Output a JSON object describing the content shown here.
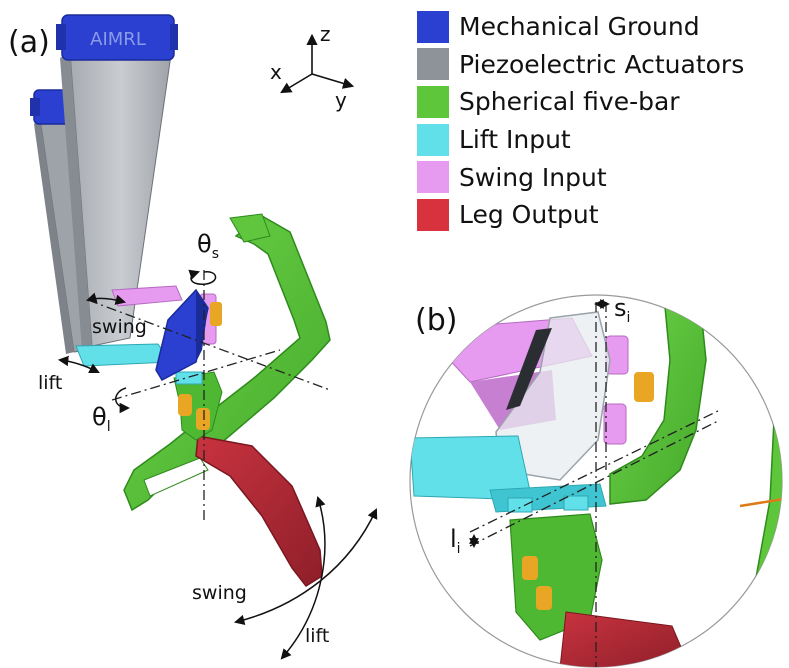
{
  "panels": {
    "a_label": "(a)",
    "b_label": "(b)"
  },
  "logo_text": "AIMRL",
  "legend": [
    {
      "label": "Mechanical Ground",
      "color": "#2b3fd1"
    },
    {
      "label": "Piezoelectric Actuators",
      "color": "#8e9399"
    },
    {
      "label": "Spherical five-bar",
      "color": "#5ec63a"
    },
    {
      "label": "Lift Input",
      "color": "#62e0ea"
    },
    {
      "label": "Swing Input",
      "color": "#e79bf0"
    },
    {
      "label": "Leg Output",
      "color": "#d9323f"
    }
  ],
  "axes": {
    "x": "x",
    "y": "y",
    "z": "z"
  },
  "annotations": {
    "theta": "θ",
    "theta_s_sub": "s",
    "theta_l_sub": "l",
    "swing_actuator": "swing",
    "lift_actuator": "lift",
    "swing_leg": "swing",
    "lift_leg": "lift",
    "s_symbol": "s",
    "s_sub": "i",
    "l_symbol": "l",
    "l_sub": "i"
  }
}
